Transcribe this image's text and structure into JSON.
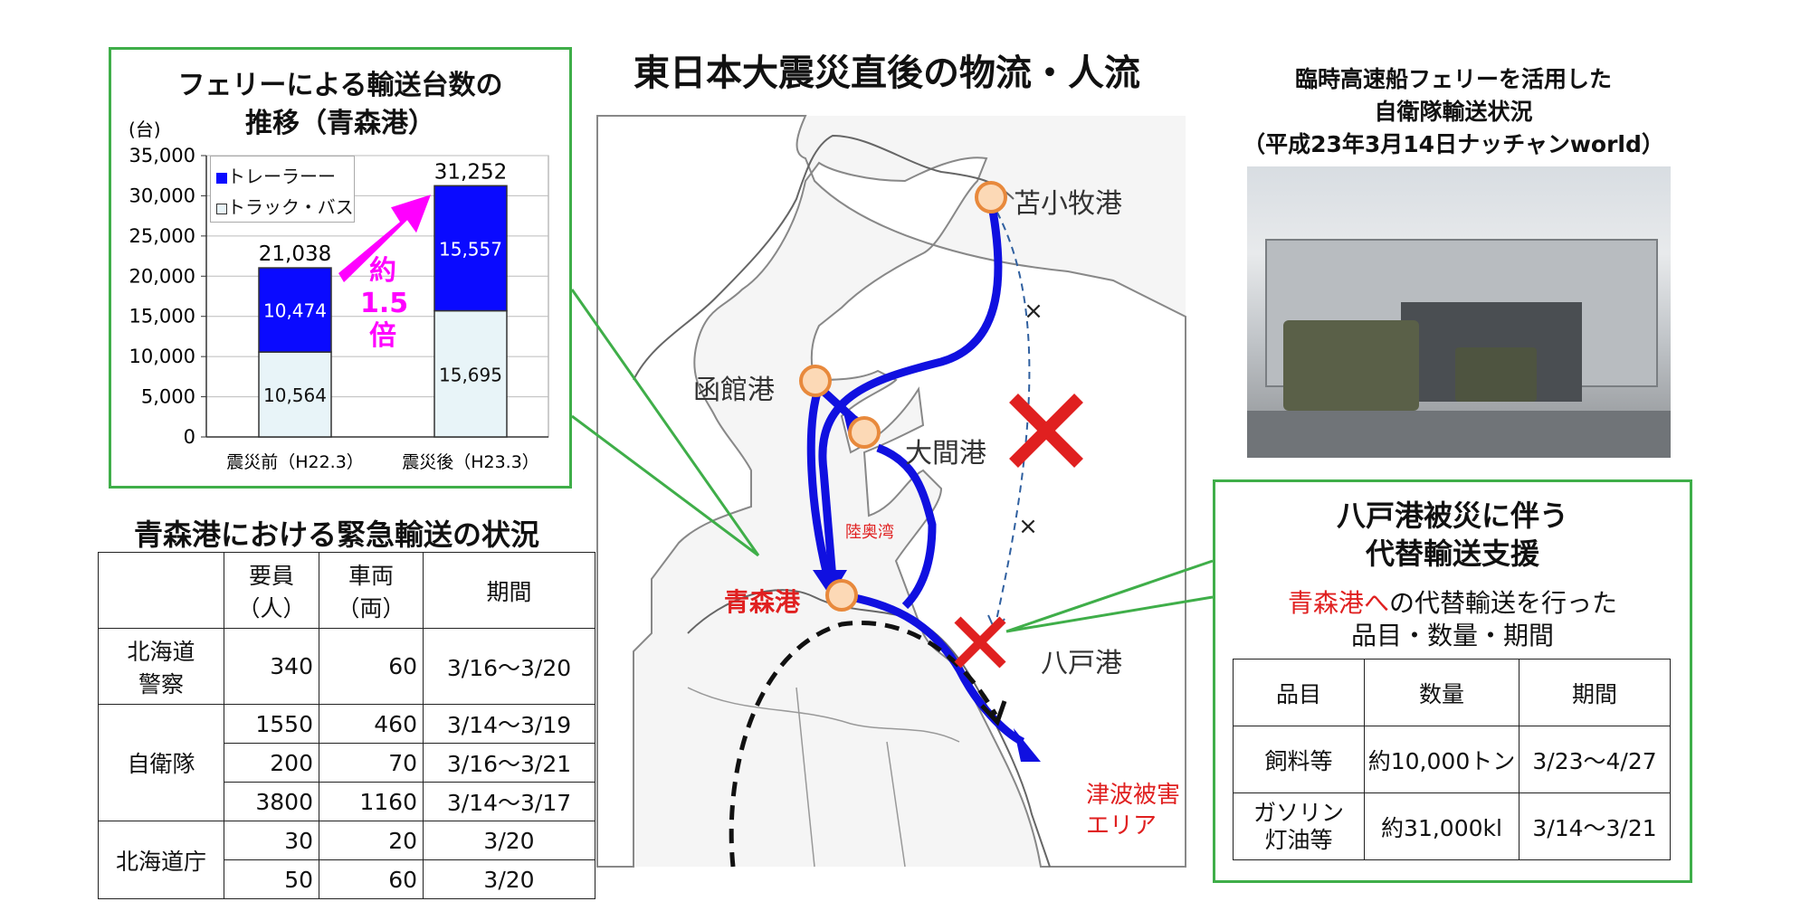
{
  "main_title": "東日本大震災直後の物流・人流",
  "chart_box": {
    "title_line1": "フェリーによる輸送台数の",
    "title_line2": "推移（青森港）",
    "unit_label": "(台)",
    "multiplier_label": [
      "約",
      "1.5",
      "倍"
    ]
  },
  "chart_data": {
    "type": "bar",
    "stacked": true,
    "categories": [
      "震災前（H22.3）",
      "震災後（H23.3）"
    ],
    "series": [
      {
        "name": "トラック・バス",
        "values": [
          10564,
          15695
        ],
        "color": "#e8f4f8"
      },
      {
        "name": "トレーラー",
        "values": [
          10474,
          15557
        ],
        "color": "#0a0aff"
      }
    ],
    "totals": [
      "21,038",
      "31,252"
    ],
    "segment_labels": [
      [
        "10,564",
        "10,474"
      ],
      [
        "15,695",
        "15,557"
      ]
    ],
    "y_ticks": [
      "0",
      "5,000",
      "10,000",
      "15,000",
      "20,000",
      "25,000",
      "30,000",
      "35,000"
    ],
    "ylim": [
      0,
      35000
    ],
    "grid": true,
    "legend_position": "top-left"
  },
  "left_table": {
    "title": "青森港における緊急輸送の状況",
    "headers": [
      "",
      "要員\n（人）",
      "車両\n（両）",
      "期間"
    ],
    "groups": [
      {
        "name": "北海道\n警察",
        "rows": [
          [
            "340",
            "60",
            "3/16～3/20"
          ]
        ]
      },
      {
        "name": "自衛隊",
        "rows": [
          [
            "1550",
            "460",
            "3/14～3/19"
          ],
          [
            "200",
            "70",
            "3/16～3/21"
          ],
          [
            "3800",
            "1160",
            "3/14～3/17"
          ]
        ]
      },
      {
        "name": "北海道庁",
        "rows": [
          [
            "30",
            "20",
            "3/20"
          ],
          [
            "50",
            "60",
            "3/20"
          ]
        ]
      }
    ]
  },
  "map": {
    "ports": {
      "tomakomai": "苫小牧港",
      "hakodate": "函館港",
      "oma": "大間港",
      "aomori": "青森港",
      "hachinohe": "八戸港"
    },
    "bay": "陸奥湾",
    "tsunami": [
      "津波被害",
      "エリア"
    ]
  },
  "photo_box": {
    "title_line1": "臨時高速船フェリーを活用した",
    "title_line2": "自衛隊輸送状況",
    "title_line3": "（平成23年3月14日ナッチャンworld）",
    "photo_alt": "ferry-photo"
  },
  "right_box": {
    "title_line1": "八戸港被災に伴う",
    "title_line2": "代替輸送支援",
    "desc_red": "青森港へ",
    "desc_rest": "の代替輸送を行った",
    "desc_line2": "品目・数量・期間",
    "headers": [
      "品目",
      "数量",
      "期間"
    ],
    "rows": [
      [
        "飼料等",
        "約10,000トン",
        "3/23～4/27"
      ],
      [
        "ガソリン\n灯油等",
        "約31,000kl",
        "3/14～3/21"
      ]
    ]
  },
  "colors": {
    "green_border": "#3fae49",
    "route_blue": "#1010e0",
    "port_orange": "#f4a460",
    "cross_red": "#e02020",
    "magenta_arrow": "#ff00ff"
  }
}
